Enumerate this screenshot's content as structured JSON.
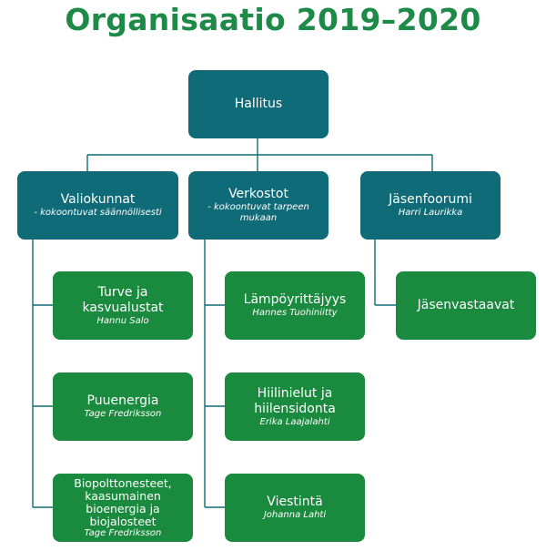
{
  "title": "Organisaatio 2019–2020",
  "colors": {
    "title": "#1e8a47",
    "teal": "#0f6b77",
    "green": "#1a8a3e",
    "connector": "#0f6b77"
  },
  "root": {
    "label": "Hallitus"
  },
  "branches": [
    {
      "label": "Valiokunnat",
      "note": "- kokoontuvat säännöllisesti"
    },
    {
      "label": "Verkostot",
      "note": "- kokoontuvat tarpeen mukaan"
    },
    {
      "label": "Jäsenfoorumi",
      "note": "Harri Laurikka"
    }
  ],
  "valiokunnat": [
    {
      "label": "Turve ja kasvualustat",
      "person": "Hannu Salo"
    },
    {
      "label": "Puuenergia",
      "person": "Tage Fredriksson"
    },
    {
      "label": "Biopolttonesteet, kaasumainen bioenergia ja biojalosteet",
      "person": "Tage Fredriksson"
    }
  ],
  "verkostot": [
    {
      "label": "Lämpöyrittäjyys",
      "person": "Hannes Tuohiniitty"
    },
    {
      "label": "Hiilinielut ja hiilensidonta",
      "person": "Erika Laajalahti"
    },
    {
      "label": "Viestintä",
      "person": "Johanna Lahti"
    }
  ],
  "jasenfoorumi": [
    {
      "label": "Jäsenvastaavat"
    }
  ]
}
